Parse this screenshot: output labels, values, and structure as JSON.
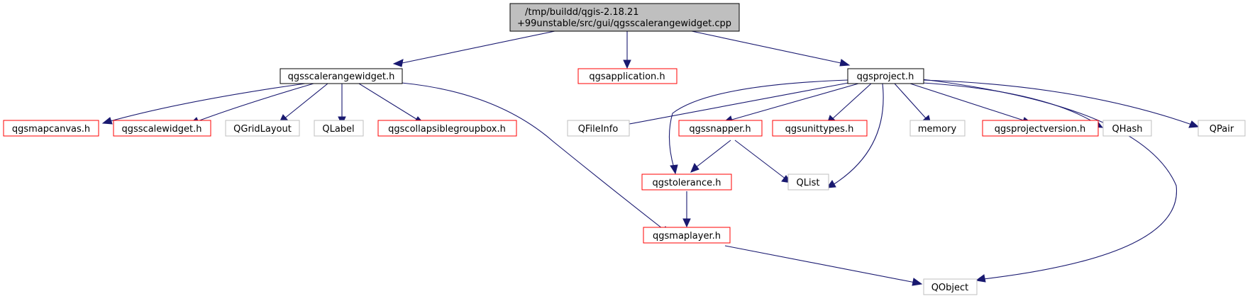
{
  "colors": {
    "root_fill": "#bfbfbf",
    "root_stroke": "#000000",
    "local_stroke": "#000000",
    "missing_stroke": "#ff0000",
    "external_stroke": "#bfbfbf",
    "edge": "#191970"
  },
  "nodes": {
    "root": [
      "/tmp/buildd/qgis-2.18.21",
      "+99unstable/src/gui/qgsscalerangewidget.cpp"
    ],
    "qgsscalerangewidget_h": "qgsscalerangewidget.h",
    "qgsapplication_h": "qgsapplication.h",
    "qgsproject_h": "qgsproject.h",
    "qgsmapcanvas_h": "qgsmapcanvas.h",
    "qgsscalewidget_h": "qgsscalewidget.h",
    "QGridLayout": "QGridLayout",
    "QLabel": "QLabel",
    "qgscollapsiblegroupbox_h": "qgscollapsiblegroupbox.h",
    "QFileInfo": "QFileInfo",
    "qgssnapper_h": "qgssnapper.h",
    "qgsunittypes_h": "qgsunittypes.h",
    "memory": "memory",
    "qgsprojectversion_h": "qgsprojectversion.h",
    "QHash": "QHash",
    "QPair": "QPair",
    "qgstolerance_h": "qgstolerance.h",
    "QList": "QList",
    "qgsmaplayer_h": "qgsmaplayer.h",
    "QObject": "QObject"
  }
}
